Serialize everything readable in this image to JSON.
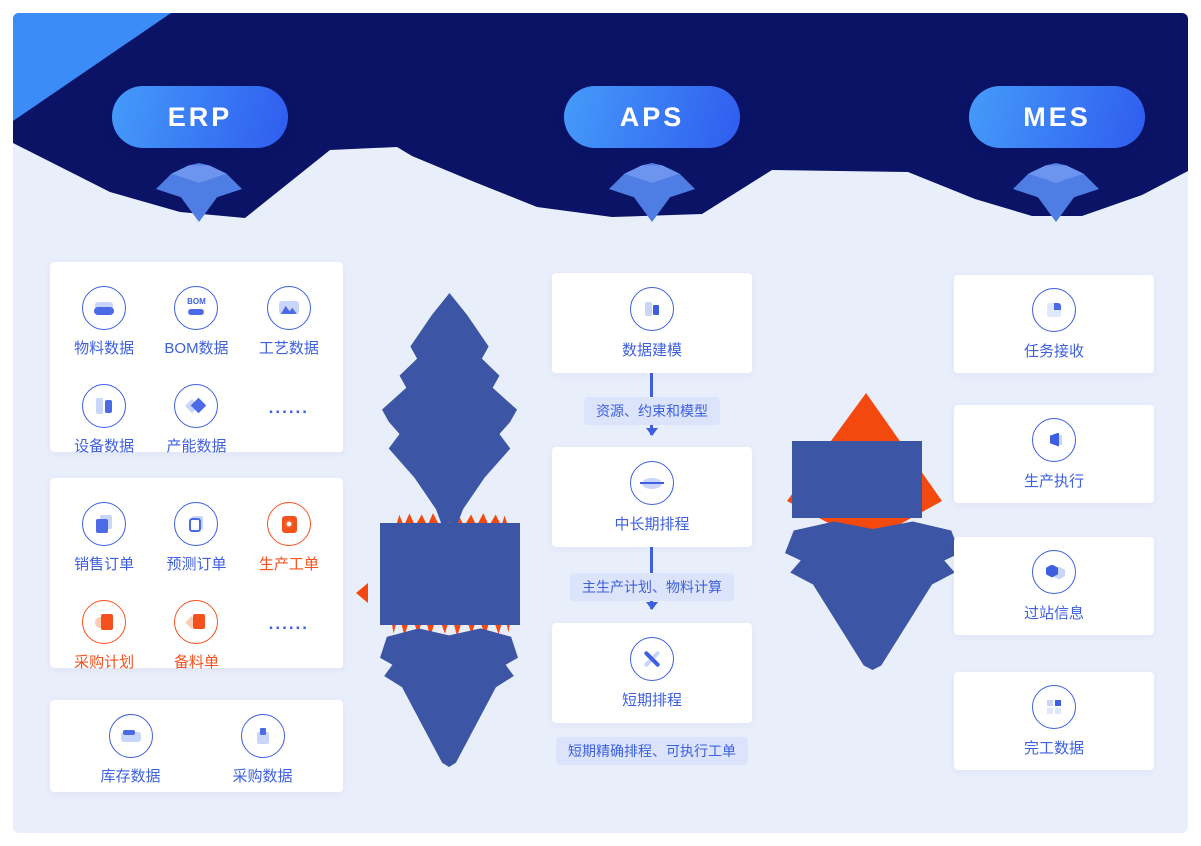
{
  "header": {
    "pills": [
      {
        "label": "ERP"
      },
      {
        "label": "APS"
      },
      {
        "label": "MES"
      }
    ]
  },
  "erp": {
    "cards": [
      {
        "items": [
          {
            "label": "物料数据"
          },
          {
            "label": "BOM数据"
          },
          {
            "label": "工艺数据"
          },
          {
            "label": "设备数据"
          },
          {
            "label": "产能数据"
          },
          {
            "label": "......"
          }
        ]
      },
      {
        "items": [
          {
            "label": "销售订单"
          },
          {
            "label": "预测订单"
          },
          {
            "label": "生产工单"
          },
          {
            "label": "采购计划"
          },
          {
            "label": "备料单"
          },
          {
            "label": "......"
          }
        ]
      },
      {
        "items": [
          {
            "label": "库存数据"
          },
          {
            "label": "采购数据"
          }
        ]
      }
    ]
  },
  "aps": {
    "steps": [
      {
        "label": "数据建模"
      },
      {
        "label": "中长期排程"
      },
      {
        "label": "短期排程"
      }
    ],
    "chips": [
      {
        "label": "资源、约束和模型"
      },
      {
        "label": "主生产计划、物料计算"
      },
      {
        "label": "短期精确排程、可执行工单"
      }
    ]
  },
  "mes": {
    "steps": [
      {
        "label": "任务接收"
      },
      {
        "label": "生产执行"
      },
      {
        "label": "过站信息"
      },
      {
        "label": "完工数据"
      }
    ]
  },
  "icons": {
    "bom_text": "BOM"
  },
  "colors": {
    "navy": "#0a1365",
    "sky": "#3c8cf8",
    "accent": "#3e5fe0",
    "orange": "#f4511e",
    "panelbg": "#e9eefb",
    "blobblue": "#3c55a5",
    "bloborange": "#f4490e",
    "gem": "#4e7de3",
    "pilla": "#459bfa",
    "pillb": "#2f5cef",
    "chipbg": "#dbe4fa"
  }
}
